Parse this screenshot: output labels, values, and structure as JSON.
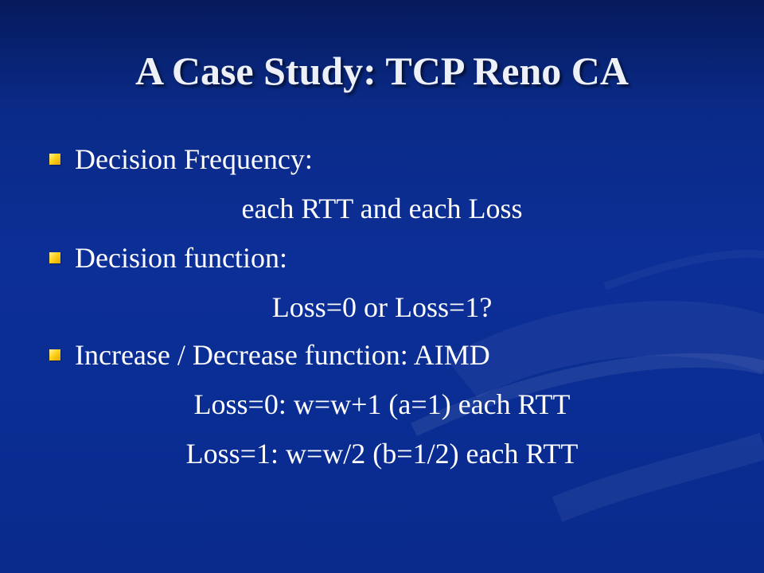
{
  "slide": {
    "title": "A Case Study: TCP Reno CA",
    "bullets": [
      {
        "label": "Decision Frequency:",
        "detail_lines": [
          "each RTT and each Loss"
        ]
      },
      {
        "label": "Decision function:",
        "detail_lines": [
          "Loss=0 or Loss=1?"
        ]
      },
      {
        "label": "Increase / Decrease function: AIMD",
        "detail_lines": [
          "Loss=0: w=w+1 (a=1) each RTT",
          "Loss=1: w=w/2 (b=1/2) each RTT"
        ]
      }
    ]
  },
  "colors": {
    "background_top": "#061a5c",
    "background_main": "#0c2f97",
    "bullet": "#ffd21c",
    "text": "#ffffff"
  },
  "icons": {
    "bullet": "square-bullet-icon"
  }
}
